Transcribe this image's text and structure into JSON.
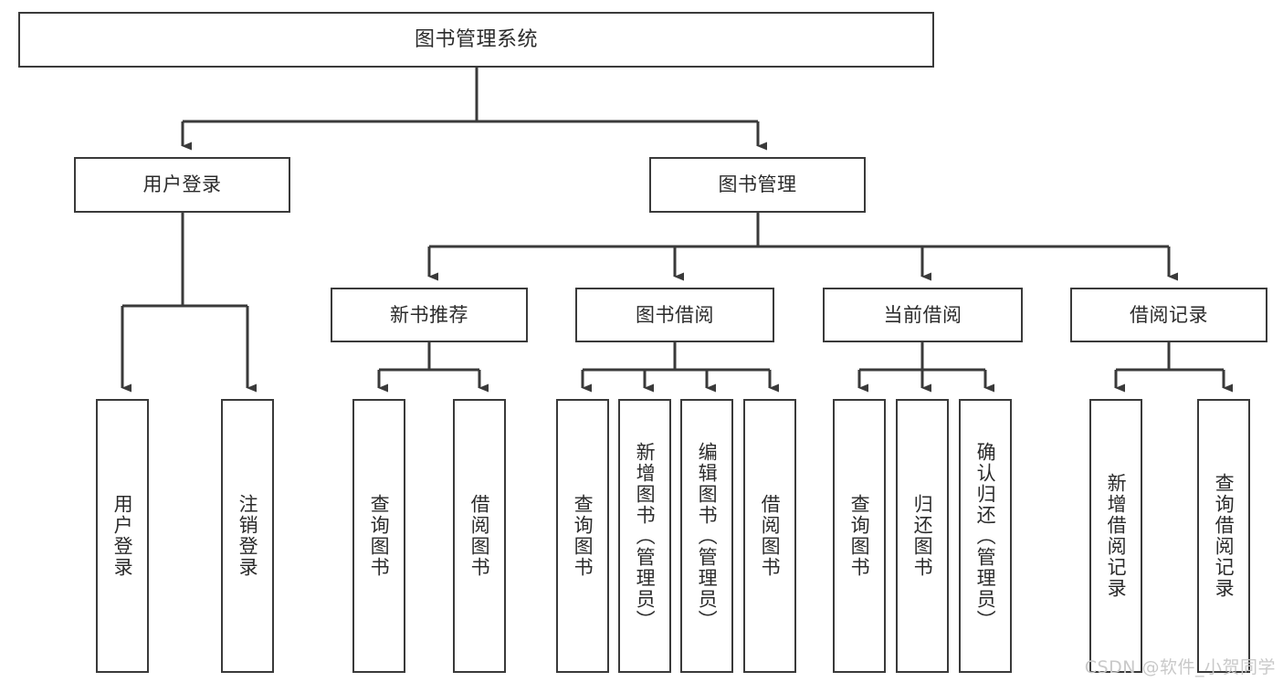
{
  "diagram": {
    "title": "图书管理系统",
    "type": "tree-hierarchy",
    "accent_color": "#3a3a3a",
    "background_color": "#ffffff",
    "nodes": {
      "root": {
        "label": "图书管理系统"
      },
      "level2": [
        {
          "label": "用户登录"
        },
        {
          "label": "图书管理"
        }
      ],
      "level3": [
        {
          "label": "新书推荐"
        },
        {
          "label": "图书借阅"
        },
        {
          "label": "当前借阅"
        },
        {
          "label": "借阅记录"
        }
      ],
      "leaves_user_login": [
        {
          "label": "用户登录"
        },
        {
          "label": "注销登录"
        }
      ],
      "leaves_new_book": [
        {
          "label": "查询图书"
        },
        {
          "label": "借阅图书"
        }
      ],
      "leaves_book_borrow": [
        {
          "label": "查询图书"
        },
        {
          "label": "新增图书（管理员）"
        },
        {
          "label": "编辑图书（管理员）"
        },
        {
          "label": "借阅图书"
        }
      ],
      "leaves_current_borrow": [
        {
          "label": "查询图书"
        },
        {
          "label": "归还图书"
        },
        {
          "label": "确认归还（管理员）"
        }
      ],
      "leaves_borrow_record": [
        {
          "label": "新增借阅记录"
        },
        {
          "label": "查询借阅记录"
        }
      ]
    }
  },
  "watermark": {
    "text": "CSDN @软件_小贺同学"
  }
}
